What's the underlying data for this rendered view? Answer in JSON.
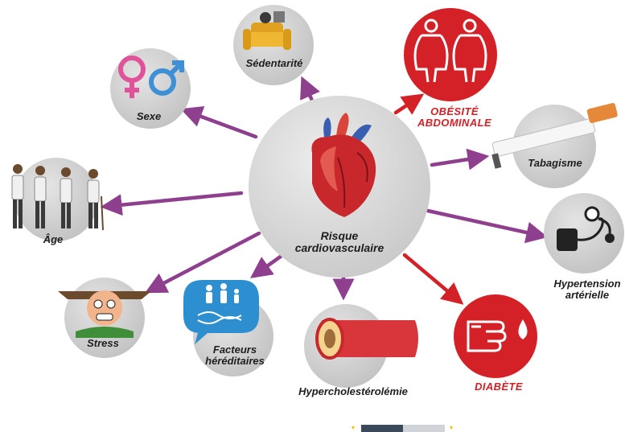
{
  "center": {
    "label_line1": "Risque",
    "label_line2": "cardiovasculaire"
  },
  "factors": {
    "sedentarite": "Sédentarité",
    "obesite_line1": "OBÉSITÉ",
    "obesite_line2": "ABDOMINALE",
    "sexe": "Sexe",
    "tabagisme": "Tabagisme",
    "age": "Âge",
    "hypertension_line1": "Hypertension",
    "hypertension_line2": "artérielle",
    "stress": "Stress",
    "facteurs_line1": "Facteurs",
    "facteurs_line2": "héréditaires",
    "hypercholesterolemie": "Hypercholestérolémie",
    "diabete": "DIABÈTE"
  },
  "colors": {
    "arrow_purple": "#8e3f8e",
    "arrow_red": "#d42027",
    "circle_grey": "#d3d3d3",
    "center_grey": "#d8d8d8",
    "red_circle": "#d42027"
  },
  "icons": [
    "heart-icon",
    "armchair-icon",
    "obese-figures-icon",
    "gender-symbols-icon",
    "cigarette-icon",
    "elderly-people-icon",
    "blood-pressure-icon",
    "stressed-face-icon",
    "family-dna-icon",
    "artery-icon",
    "finger-blood-drop-icon"
  ]
}
